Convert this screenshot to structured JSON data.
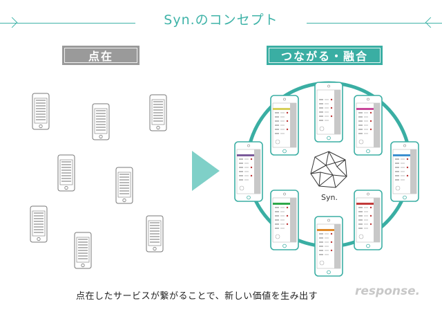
{
  "title": "Syn.のコンセプト",
  "left_label": "点在",
  "right_label": "つながる・融合",
  "center_logo_text": "Syn.",
  "caption": "点在したサービスが繋がることで、新しい価値を生み出す",
  "watermark": "response.",
  "colors": {
    "accent": "#3aaea3",
    "gray_label": "#9a9a9a",
    "phone_stroke_gray": "#777777",
    "phone_stroke_teal": "#3aaea3",
    "app_header_colors": [
      "#d6cf5a",
      "#c8479a",
      "#7a5a9a",
      "#3c8fd0",
      "#2fa84a",
      "#e08a2a",
      "#c23a3a"
    ]
  },
  "ring_phone_header_colors": {
    "top": "",
    "top_left": "#d6cf5a",
    "top_right": "#c8479a",
    "left": "#7a5a9a",
    "right": "#3c8fd0",
    "bottom_left": "#2fa84a",
    "bottom": "#e08a2a",
    "bottom_right": "#c23a3a"
  }
}
